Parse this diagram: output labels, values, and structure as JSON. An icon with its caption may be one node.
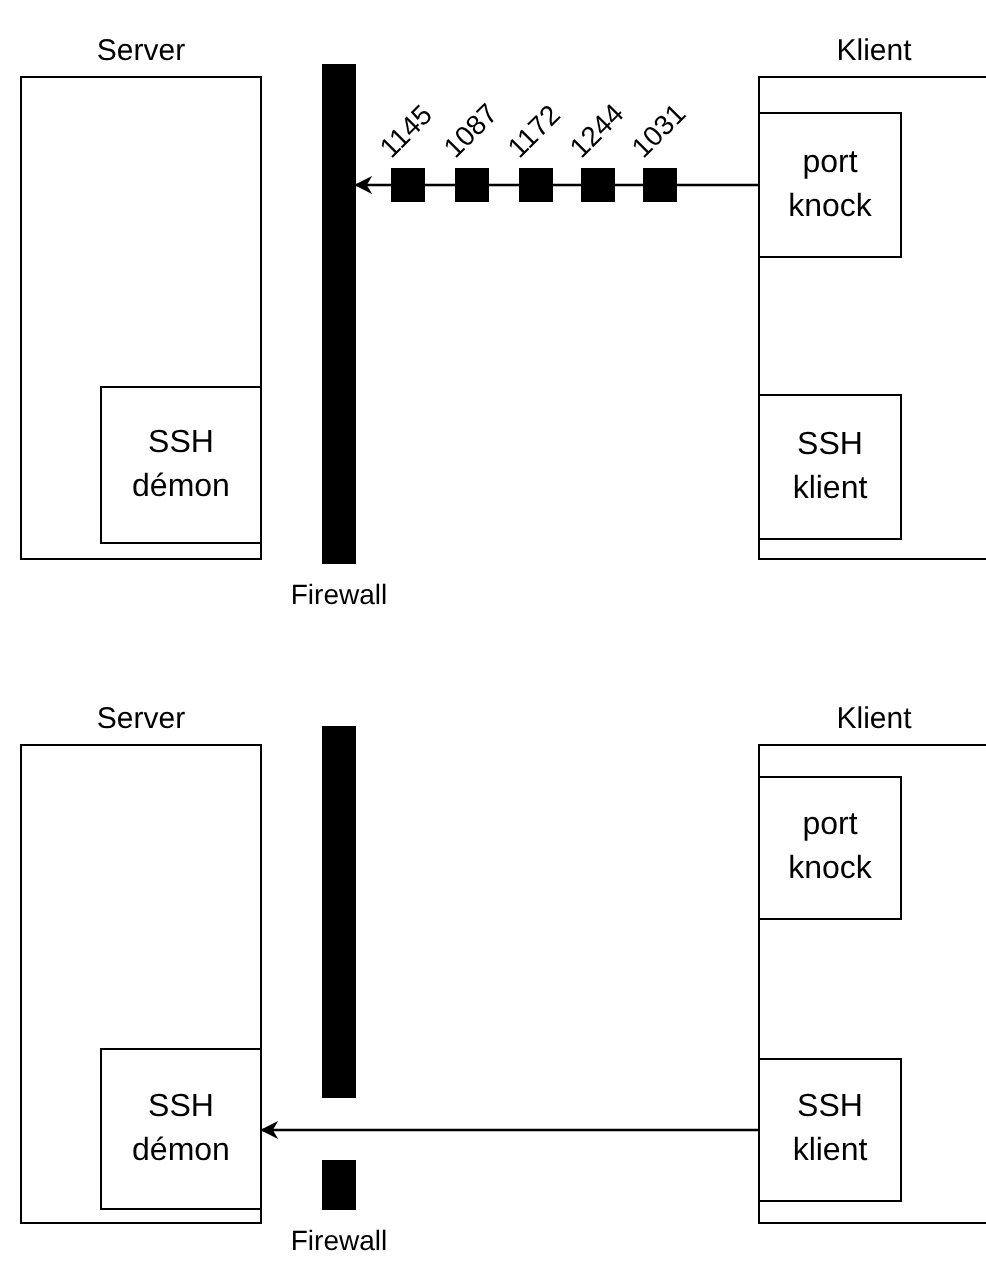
{
  "diagram": {
    "nodes": [
      {
        "text": [
          "Server"
        ]
      },
      {
        "text": [
          "SSH démon"
        ],
        "in": 0
      },
      {
        "text": [
          "Firewall"
        ]
      },
      {
        "text": [
          "Klient"
        ]
      },
      {
        "text": [
          "port knock"
        ],
        "in": 3
      },
      {
        "text": [
          "SSH klient"
        ],
        "in": 3
      },
      {
        "text": [
          "Server"
        ]
      },
      {
        "text": [
          "SSH démon"
        ],
        "in": 6
      },
      {
        "text": [
          "Firewall"
        ]
      },
      {
        "text": [
          "Klient"
        ]
      },
      {
        "text": [
          "port knock"
        ],
        "in": 9
      },
      {
        "text": [
          "SSH klient"
        ],
        "in": 9
      }
    ],
    "edges": [
      {
        "from": 4,
        "to": 2,
        "arrow": "to"
      },
      {
        "from": 11,
        "to": 7,
        "arrow": "to"
      }
    ],
    "labels": [
      "1145",
      "1087",
      "1172",
      "1244",
      "1031"
    ]
  }
}
